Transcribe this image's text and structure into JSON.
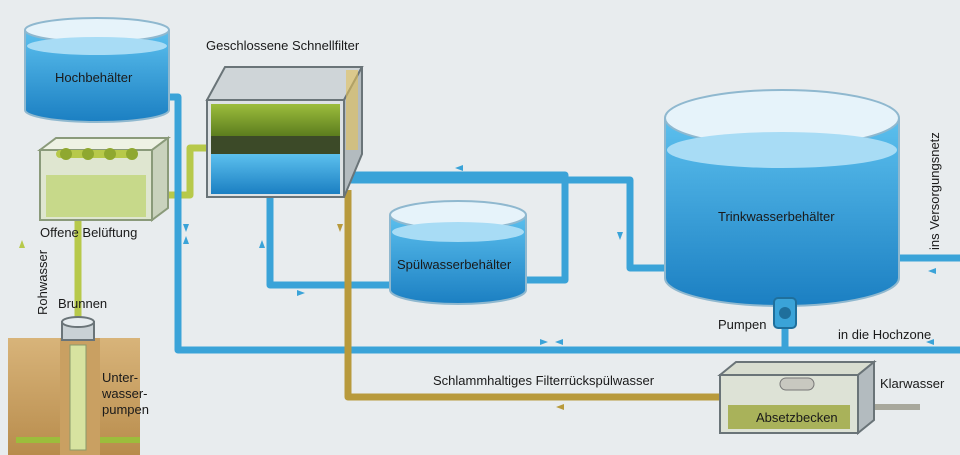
{
  "labels": {
    "hochbehaelter": "Hochbehälter",
    "schnellfilter": "Geschlossene Schnellfilter",
    "belueftung": "Offene Belüftung",
    "rohwasser": "Rohwasser",
    "brunnen": "Brunnen",
    "unterwasserpumpen_1": "Unter-",
    "unterwasserpumpen_2": "wasser-",
    "unterwasserpumpen_3": "pumpen",
    "spuelwasser": "Spülwasserbehälter",
    "trinkwasser": "Trinkwasserbehälter",
    "versorgungsnetz": "ins Versorgungsnetz",
    "pumpen": "Pumpen",
    "hochzone": "in die Hochzone",
    "schlamm": "Schlammhaltiges Filterrückspülwasser",
    "klarwasser": "Klarwasser",
    "absetzbecken": "Absetzbecken"
  },
  "colors": {
    "background": "#e8ecee",
    "clean_water_pipe": "#3aa3d8",
    "raw_water_pipe": "#b7c94a",
    "sludge_pipe": "#b89a3c",
    "tank_water": "#2a93d1",
    "tank_wall": "#d7e2e8"
  }
}
